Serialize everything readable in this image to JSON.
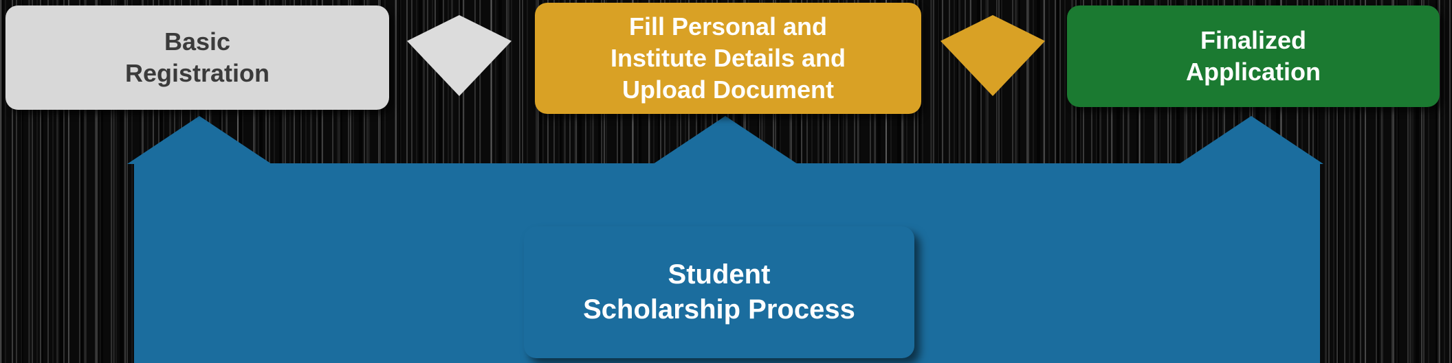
{
  "diagram": {
    "steps": [
      {
        "label": "Basic\nRegistration",
        "bg": "#d8d8d8"
      },
      {
        "label": "Fill Personal and\nInstitute Details and\nUpload Document",
        "bg": "#d9a125"
      },
      {
        "label": "Finalized\nApplication",
        "bg": "#1b7a31"
      }
    ],
    "connectors": [
      {
        "icon": "diamond-arrow-icon",
        "color": "#dcdcdc"
      },
      {
        "icon": "diamond-arrow-icon",
        "color": "#d9a125"
      }
    ],
    "center": {
      "label": "Student\nScholarship Process",
      "bg": "#1b6d9e"
    },
    "colors": {
      "process_blue": "#1b6d9e",
      "step1_text": "#3b3b3b",
      "light_text": "#ffffff",
      "background": "#0a0a0a"
    }
  }
}
